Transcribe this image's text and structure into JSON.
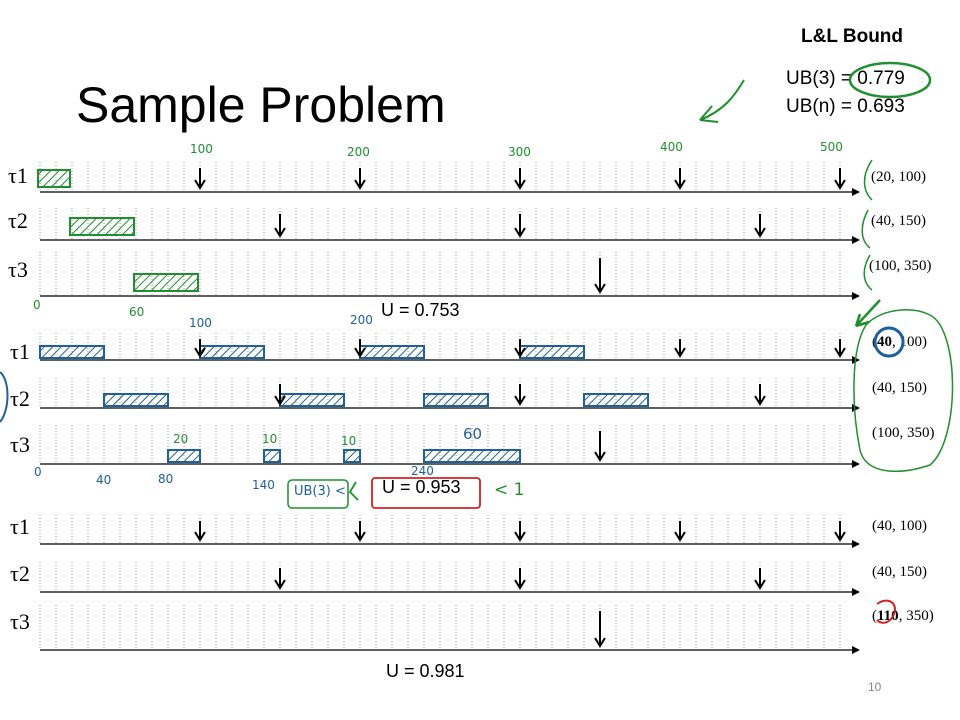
{
  "slide": {
    "title": "Sample Problem",
    "page_number": "10"
  },
  "bound": {
    "heading": "L&L Bound",
    "ub3": "UB(3) = 0.779",
    "ubn": "UB(n) = 0.693"
  },
  "timeline_scale": {
    "time_start": 0,
    "time_end": 520,
    "tick_spacing": 10
  },
  "sections": [
    {
      "utilization": "U = 0.753",
      "tasks": [
        {
          "label": "τ1",
          "params_prefix": "(20",
          "params_suffix": ", 100)",
          "arrivals": [
            100,
            200,
            300,
            400,
            500
          ]
        },
        {
          "label": "τ2",
          "params_prefix": "(40",
          "params_suffix": ", 150)",
          "arrivals": [
            150,
            300,
            450
          ]
        },
        {
          "label": "τ3",
          "params_prefix": "(100",
          "params_suffix": ", 350)",
          "arrivals": [
            350
          ]
        }
      ]
    },
    {
      "utilization": "U = 0.953",
      "tasks": [
        {
          "label": "τ1",
          "params_prefix": "(",
          "params_bold": "40",
          "params_suffix": ", 100)",
          "arrivals": [
            100,
            200,
            300,
            400,
            500
          ]
        },
        {
          "label": "τ2",
          "params_prefix": "(40",
          "params_suffix": ", 150)",
          "arrivals": [
            150,
            300,
            450
          ]
        },
        {
          "label": "τ3",
          "params_prefix": "(100",
          "params_suffix": ", 350)",
          "arrivals": [
            350
          ]
        }
      ]
    },
    {
      "utilization": "U = 0.981",
      "tasks": [
        {
          "label": "τ1",
          "params_prefix": "(40",
          "params_suffix": ", 100)",
          "arrivals": [
            100,
            200,
            300,
            400,
            500
          ]
        },
        {
          "label": "τ2",
          "params_prefix": "(40",
          "params_suffix": ", 150)",
          "arrivals": [
            150,
            300,
            450
          ]
        },
        {
          "label": "τ3",
          "params_prefix": "(",
          "params_bold": "110",
          "params_suffix": ", 350)",
          "arrivals": [
            350
          ]
        }
      ]
    }
  ],
  "annotations": {
    "section1_time_labels": [
      "100",
      "200",
      "300",
      "400",
      "500"
    ],
    "section1_start": "0",
    "section1_t3_end": "60",
    "section2_time_labels_top": [
      "100",
      "200"
    ],
    "section2_t3_chunks": [
      "20",
      "10",
      "10",
      "60"
    ],
    "section2_bottom_labels": [
      "0",
      "40",
      "80",
      "140",
      "240"
    ],
    "ub_note": "UB(3) <",
    "less_than_one": "< 1",
    "schedule_blocks_section1": [
      {
        "task": 0,
        "start": 0,
        "end": 20
      },
      {
        "task": 1,
        "start": 20,
        "end": 60
      },
      {
        "task": 2,
        "start": 60,
        "end": 100
      }
    ],
    "schedule_blocks_section2": [
      {
        "task": 0,
        "start": 0,
        "end": 40
      },
      {
        "task": 0,
        "start": 100,
        "end": 140
      },
      {
        "task": 0,
        "start": 200,
        "end": 240
      },
      {
        "task": 0,
        "start": 300,
        "end": 340
      },
      {
        "task": 1,
        "start": 40,
        "end": 80
      },
      {
        "task": 1,
        "start": 150,
        "end": 190
      },
      {
        "task": 1,
        "start": 240,
        "end": 280
      },
      {
        "task": 1,
        "start": 340,
        "end": 380
      },
      {
        "task": 2,
        "start": 80,
        "end": 100
      },
      {
        "task": 2,
        "start": 140,
        "end": 150
      },
      {
        "task": 2,
        "start": 190,
        "end": 200
      },
      {
        "task": 2,
        "start": 240,
        "end": 300
      }
    ],
    "colors": {
      "green": "#1f8f2f",
      "blue": "#1f5f9a",
      "red": "#d62020"
    }
  }
}
